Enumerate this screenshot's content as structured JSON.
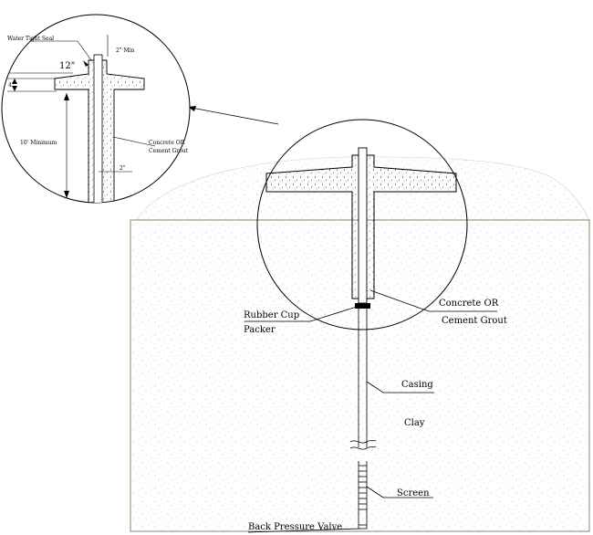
{
  "labels": {
    "rubber_cup_line1": "Rubber Cup",
    "rubber_cup_line2": "Packer",
    "concrete_or": "Concrete OR",
    "cement_grout": "Cement Grout",
    "casing": "Casing",
    "clay": "Clay",
    "screen": "Screen",
    "back_pressure_valve": "Back Pressure Valve"
  },
  "detail": {
    "water_tight_seal": "Water Tight Seal",
    "min_2": "2\" Min",
    "dim_12": "12\"",
    "dim_4": "4\"",
    "ten_minimum": "10' Minimum",
    "concrete_or": "Concrete OR",
    "cement_grout": "Cement Grout",
    "dim_2": "2\""
  },
  "colors": {
    "soil_border": "#6b6b3a",
    "line": "#000000",
    "speckle": "#8a8a8a"
  }
}
